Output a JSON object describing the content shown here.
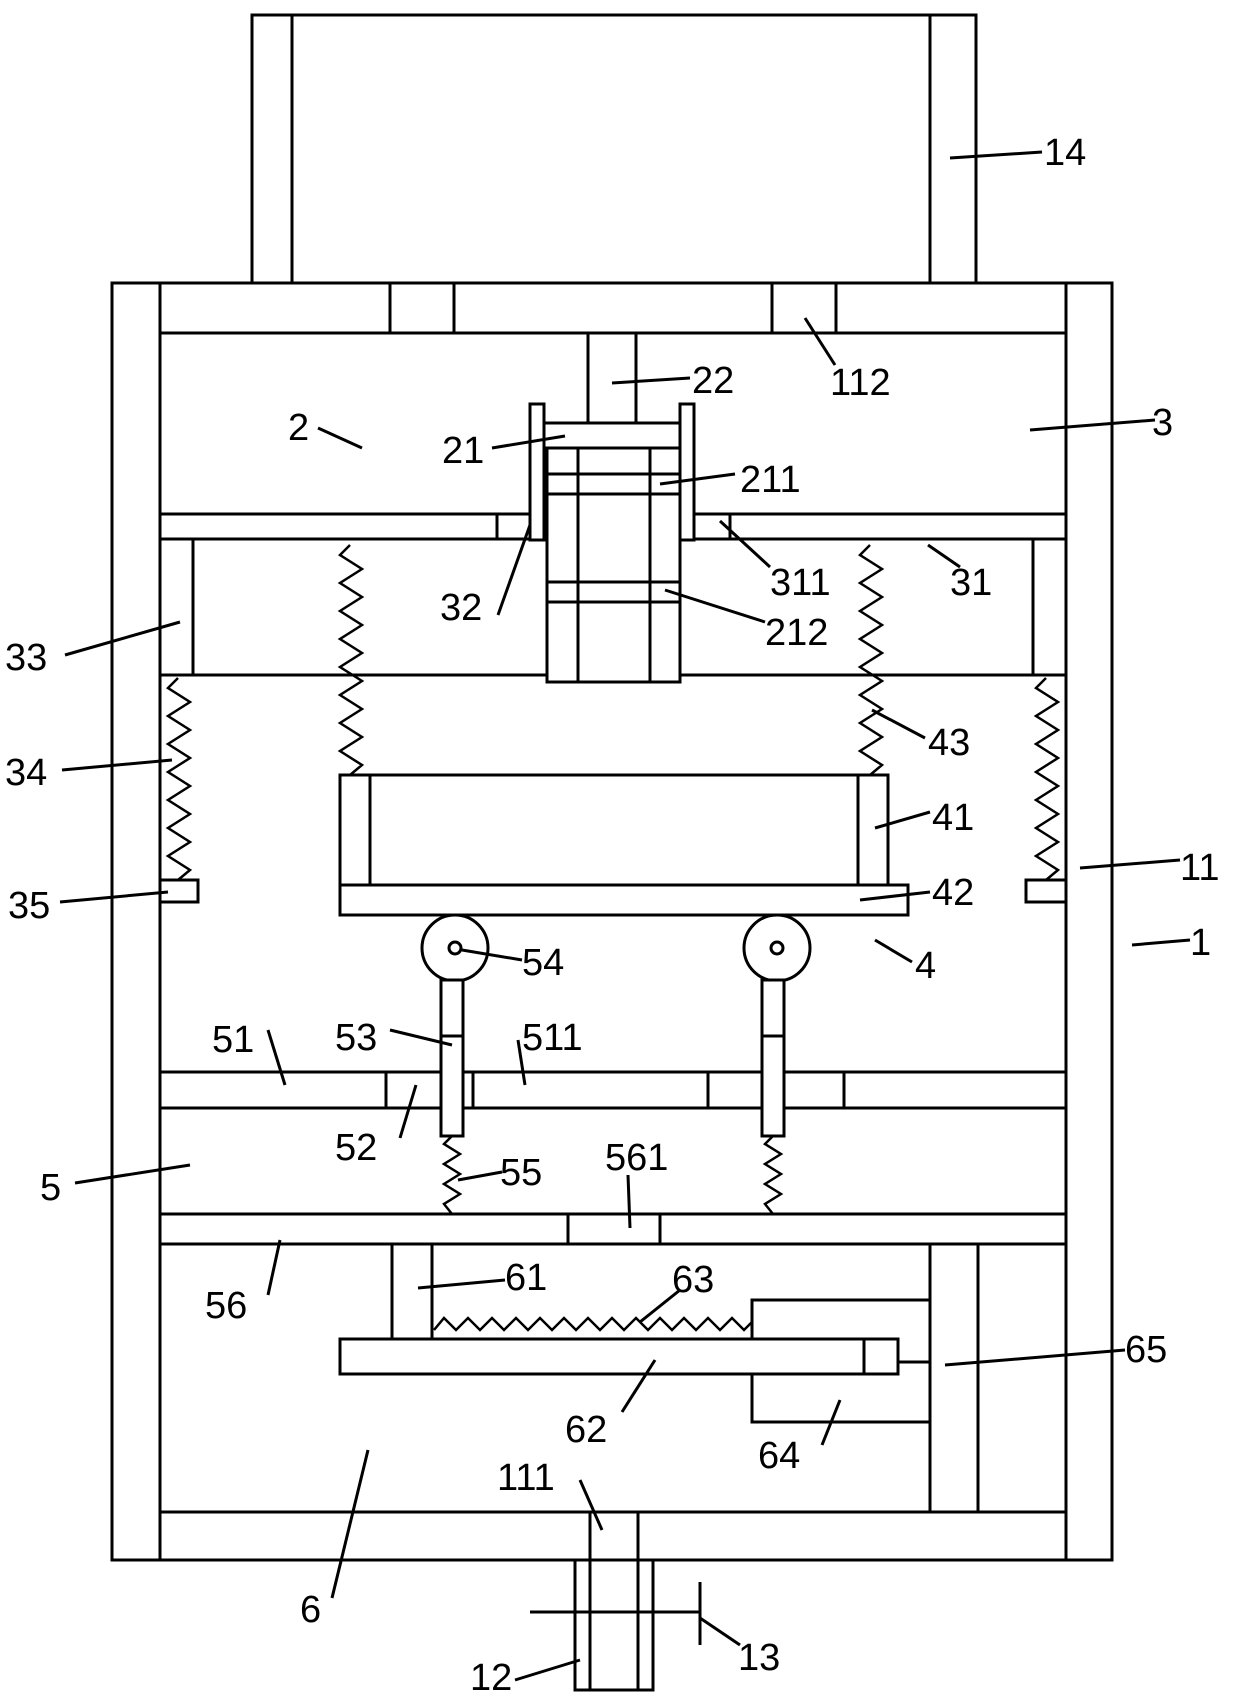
{
  "figure": {
    "ink_color": "#000000",
    "background_color": "#ffffff",
    "reference_numerals": [
      {
        "id": "n14",
        "text": "14"
      },
      {
        "id": "n112",
        "text": "112"
      },
      {
        "id": "n22",
        "text": "22"
      },
      {
        "id": "n3",
        "text": "3"
      },
      {
        "id": "n2",
        "text": "2"
      },
      {
        "id": "n21",
        "text": "21"
      },
      {
        "id": "n211",
        "text": "211"
      },
      {
        "id": "n32",
        "text": "32"
      },
      {
        "id": "n311",
        "text": "311"
      },
      {
        "id": "n31",
        "text": "31"
      },
      {
        "id": "n33",
        "text": "33"
      },
      {
        "id": "n212",
        "text": "212"
      },
      {
        "id": "n43",
        "text": "43"
      },
      {
        "id": "n34",
        "text": "34"
      },
      {
        "id": "n41",
        "text": "41"
      },
      {
        "id": "n11",
        "text": "11"
      },
      {
        "id": "n35",
        "text": "35"
      },
      {
        "id": "n42",
        "text": "42"
      },
      {
        "id": "n1",
        "text": "1"
      },
      {
        "id": "n54",
        "text": "54"
      },
      {
        "id": "n4",
        "text": "4"
      },
      {
        "id": "n51",
        "text": "51"
      },
      {
        "id": "n53",
        "text": "53"
      },
      {
        "id": "n511",
        "text": "511"
      },
      {
        "id": "n52",
        "text": "52"
      },
      {
        "id": "n5",
        "text": "5"
      },
      {
        "id": "n55",
        "text": "55"
      },
      {
        "id": "n561",
        "text": "561"
      },
      {
        "id": "n56",
        "text": "56"
      },
      {
        "id": "n61",
        "text": "61"
      },
      {
        "id": "n63",
        "text": "63"
      },
      {
        "id": "n65",
        "text": "65"
      },
      {
        "id": "n62",
        "text": "62"
      },
      {
        "id": "n64",
        "text": "64"
      },
      {
        "id": "n111",
        "text": "111"
      },
      {
        "id": "n6",
        "text": "6"
      },
      {
        "id": "n13",
        "text": "13"
      },
      {
        "id": "n12",
        "text": "12"
      }
    ]
  }
}
